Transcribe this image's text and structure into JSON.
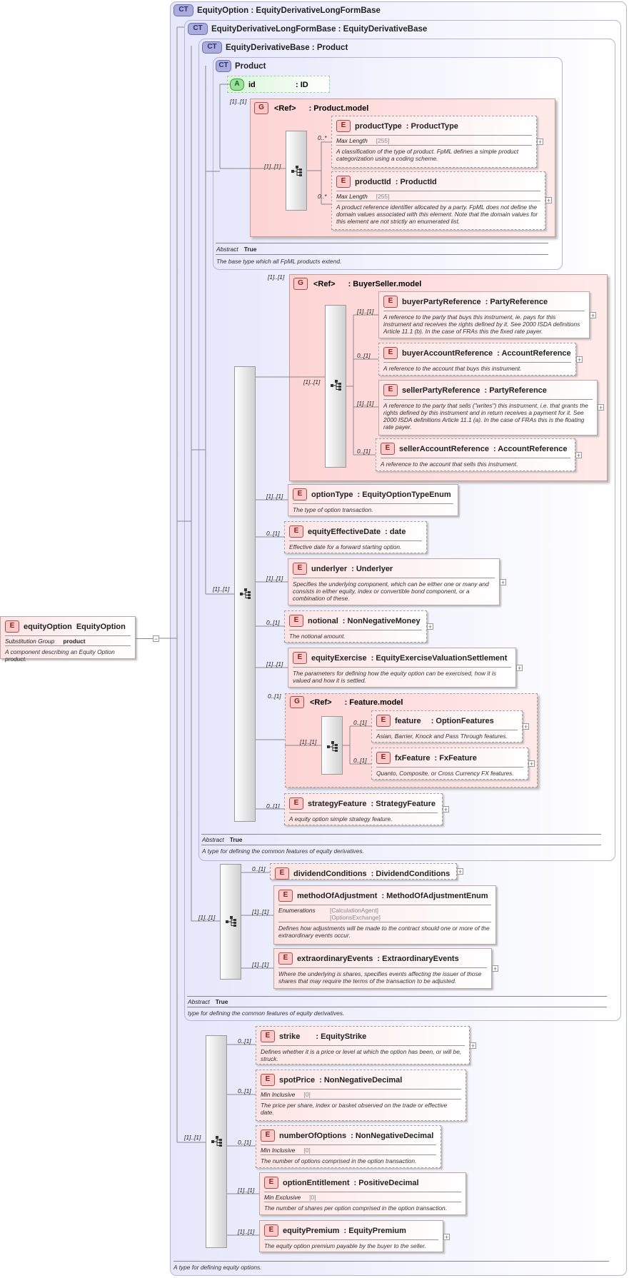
{
  "root": {
    "name": "equityOption",
    "type": "EquityOption",
    "facet_label": "Substitution Group",
    "facet_value": "product",
    "description": "A component describing an Equity Option product.",
    "collapse": "−"
  },
  "ct_equity_option": {
    "badge": "CT",
    "title": "EquityOption : EquityDerivativeLongFormBase",
    "description": "A type for defining equity options."
  },
  "ct_long_form": {
    "badge": "CT",
    "title": "EquityDerivativeLongFormBase : EquityDerivativeBase",
    "abstract_label": "Abstract",
    "abstract_value": "True",
    "description": "type for defining the common features of equity derivatives."
  },
  "ct_base": {
    "badge": "CT",
    "title": "EquityDerivativeBase : Product",
    "abstract_label": "Abstract",
    "abstract_value": "True",
    "description": "A type for defining the common features of equity derivatives."
  },
  "ct_product": {
    "badge": "CT",
    "title": "Product",
    "abstract_label": "Abstract",
    "abstract_value": "True",
    "description": "The base type which all FpML products extend."
  },
  "attr_id": {
    "badge": "A",
    "name": "id",
    "type": ": ID",
    "card": "[1]..[1]"
  },
  "product_model": {
    "badge": "G",
    "ref": "<Ref>",
    "name": ": Product.model",
    "seq_card": "[1]..[1]",
    "items": [
      {
        "badge": "E",
        "name": "productType",
        "type": ": ProductType",
        "card": "0..*",
        "facet_label": "Max Length",
        "facet_value": "[255]",
        "description": "A classification of the type of product. FpML defines a simple product categorization using a coding scheme."
      },
      {
        "badge": "E",
        "name": "productId",
        "type": ": ProductId",
        "card": "0..*",
        "facet_label": "Max Length",
        "facet_value": "[255]",
        "description": "A product reference identifier allocated by a party. FpML does not define the domain values associated with this element. Note that the domain values for this element are not strictly an enumerated list."
      }
    ]
  },
  "base_seq_card": "[1]..[1]",
  "buyer_seller": {
    "badge": "G",
    "ref": "<Ref>",
    "name": ": BuyerSeller.model",
    "card": "[1]..[1]",
    "seq_card": "[1]..[1]",
    "items": [
      {
        "badge": "E",
        "name": "buyerPartyReference",
        "type": ": PartyReference",
        "card": "[1]..[1]",
        "description": "A reference to the party that buys this instrument, ie. pays for this instrument and receives the rights defined by it. See 2000 ISDA definitions Article 11.1 (b). In the case of FRAs this the fixed rate payer."
      },
      {
        "badge": "E",
        "name": "buyerAccountReference",
        "type": ": AccountReference",
        "card": "0..[1]",
        "description": "A reference to the account that buys this instrument."
      },
      {
        "badge": "E",
        "name": "sellerPartyReference",
        "type": ": PartyReference",
        "card": "[1]..[1]",
        "description": "A reference to the party that sells (\"writes\") this instrument, i.e. that grants the rights defined by this instrument and in return receives a payment for it. See 2000 ISDA definitions Article 11.1 (a). In the case of FRAs this is the floating rate payer."
      },
      {
        "badge": "E",
        "name": "sellerAccountReference",
        "type": ": AccountReference",
        "card": "0..[1]",
        "description": "A reference to the account that sells this instrument."
      }
    ]
  },
  "base_items": [
    {
      "badge": "E",
      "name": "optionType",
      "type": ": EquityOptionTypeEnum",
      "card": "[1]..[1]",
      "description": "The type of option transaction."
    },
    {
      "badge": "E",
      "name": "equityEffectiveDate",
      "type": ": date",
      "card": "0..[1]",
      "description": "Effective date for a forward starting option."
    },
    {
      "badge": "E",
      "name": "underlyer",
      "type": ": Underlyer",
      "card": "[1]..[1]",
      "description": "Specifies the underlying component, which can be either one or many and consists in either equity, index or convertible bond component, or a combination of these."
    },
    {
      "badge": "E",
      "name": "notional",
      "type": ": NonNegativeMoney",
      "card": "0..[1]",
      "description": "The notional amount."
    },
    {
      "badge": "E",
      "name": "equityExercise",
      "type": ": EquityExerciseValuationSettlement",
      "card": "[1]..[1]",
      "description": "The parameters for defining how the equity option can be exercised, how it is valued and how it is settled."
    }
  ],
  "feature_model": {
    "badge": "G",
    "ref": "<Ref>",
    "name": ": Feature.model",
    "card": "0..[1]",
    "seq_card": "[1]..[1]",
    "items": [
      {
        "badge": "E",
        "name": "feature",
        "type": ": OptionFeatures",
        "card": "0..[1]",
        "description": "Asian, Barrier, Knock and Pass Through features."
      },
      {
        "badge": "E",
        "name": "fxFeature",
        "type": ": FxFeature",
        "card": "0..[1]",
        "description": "Quanto, Composite, or Cross Currency FX features."
      }
    ]
  },
  "strategy_feature": {
    "badge": "E",
    "name": "strategyFeature",
    "type": ": StrategyFeature",
    "card": "0..[1]",
    "description": "A equity option simple strategy feature."
  },
  "long_seq_card": "[1]..[1]",
  "long_items": [
    {
      "badge": "E",
      "name": "dividendConditions",
      "type": ": DividendConditions",
      "card": "0..[1]"
    },
    {
      "badge": "E",
      "name": "methodOfAdjustment",
      "type": ": MethodOfAdjustmentEnum",
      "card": "[1]..[1]",
      "facet_label": "Enumerations",
      "facet_values": [
        "[CalculationAgent]",
        "[OptionsExchange]"
      ],
      "description": "Defines how adjustments will be made to the contract should one or more of the extraordinary events occur."
    },
    {
      "badge": "E",
      "name": "extraordinaryEvents",
      "type": ": ExtraordinaryEvents",
      "card": "[1]..[1]",
      "description": "Where the underlying is shares, specifies events affecting the issuer of those shares that may require the terms of the transaction to be adjusted."
    }
  ],
  "option_seq_card": "[1]..[1]",
  "option_items": [
    {
      "badge": "E",
      "name": "strike",
      "type": ": EquityStrike",
      "card": "0..[1]",
      "description": "Defines whether it is a price or level at which the option has been, or will be, struck."
    },
    {
      "badge": "E",
      "name": "spotPrice",
      "type": ": NonNegativeDecimal",
      "card": "0..[1]",
      "facet_label": "Min Inclusive",
      "facet_value": "[0]",
      "description": "The price per share, index or basket observed on the trade or effective date."
    },
    {
      "badge": "E",
      "name": "numberOfOptions",
      "type": ": NonNegativeDecimal",
      "card": "0..[1]",
      "facet_label": "Min Inclusive",
      "facet_value": "[0]",
      "description": "The number of options comprised in the option transaction."
    },
    {
      "badge": "E",
      "name": "optionEntitlement",
      "type": ": PositiveDecimal",
      "card": "[1]..[1]",
      "facet_label": "Min Exclusive",
      "facet_value": "[0]",
      "description": "The number of shares per option comprised in the option transaction."
    },
    {
      "badge": "E",
      "name": "equityPremium",
      "type": ": EquityPremium",
      "card": "[1]..[1]",
      "description": "The equity option premium payable by the buyer to the seller."
    }
  ]
}
